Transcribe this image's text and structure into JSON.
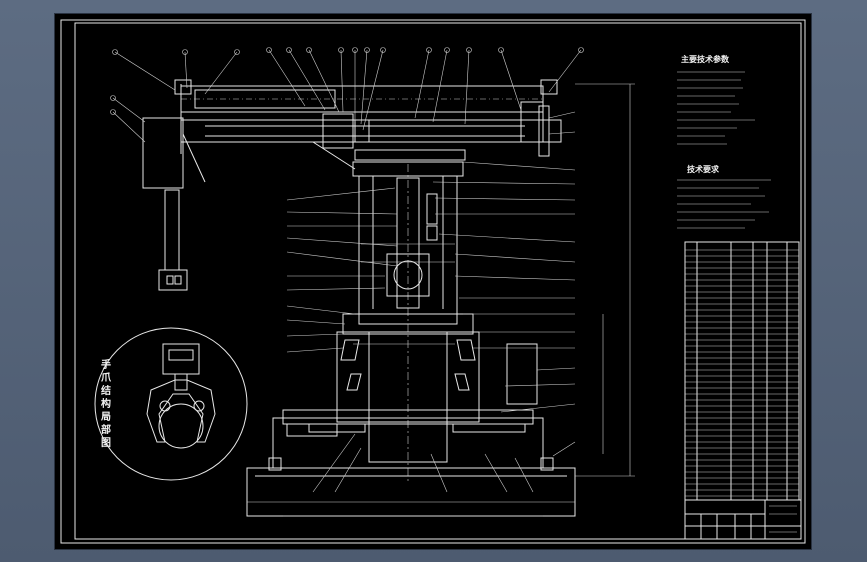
{
  "drawing": {
    "params_title": "主要技术参数",
    "requirements_title": "技术要求",
    "detail_label": "手爪结构局部图"
  },
  "colors": {
    "background": "#55647a",
    "sheet": "#000000",
    "linework": "#e8e8e8"
  }
}
